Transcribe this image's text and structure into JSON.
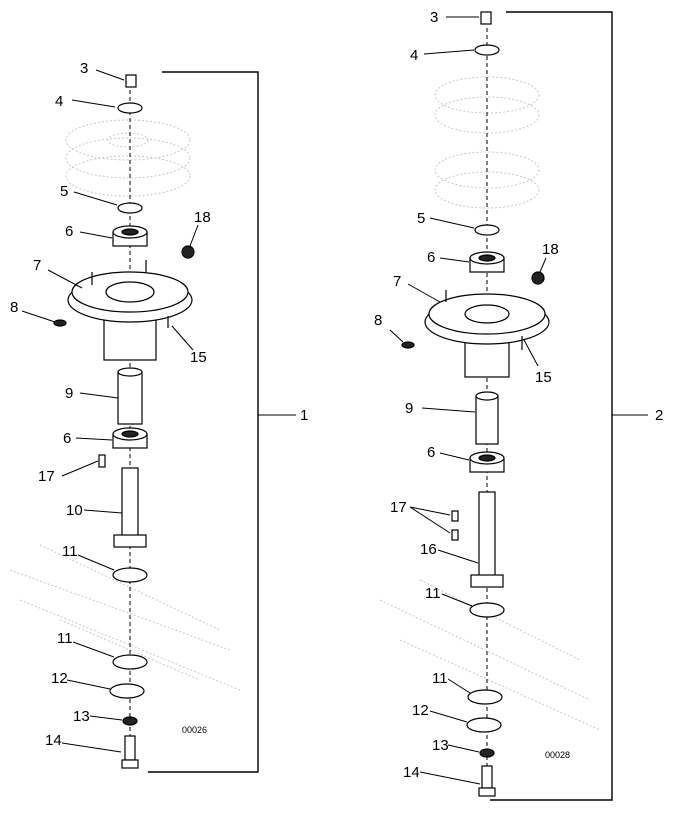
{
  "assemblies": [
    {
      "label": "1",
      "code": "00026",
      "callouts": [
        "3",
        "4",
        "5",
        "6",
        "18",
        "7",
        "8",
        "15",
        "9",
        "6",
        "17",
        "10",
        "11",
        "11",
        "12",
        "13",
        "14"
      ]
    },
    {
      "label": "2",
      "code": "00028",
      "callouts": [
        "3",
        "4",
        "5",
        "6",
        "18",
        "7",
        "8",
        "15",
        "9",
        "6",
        "17",
        "16",
        "11",
        "11",
        "12",
        "13",
        "14"
      ]
    }
  ]
}
